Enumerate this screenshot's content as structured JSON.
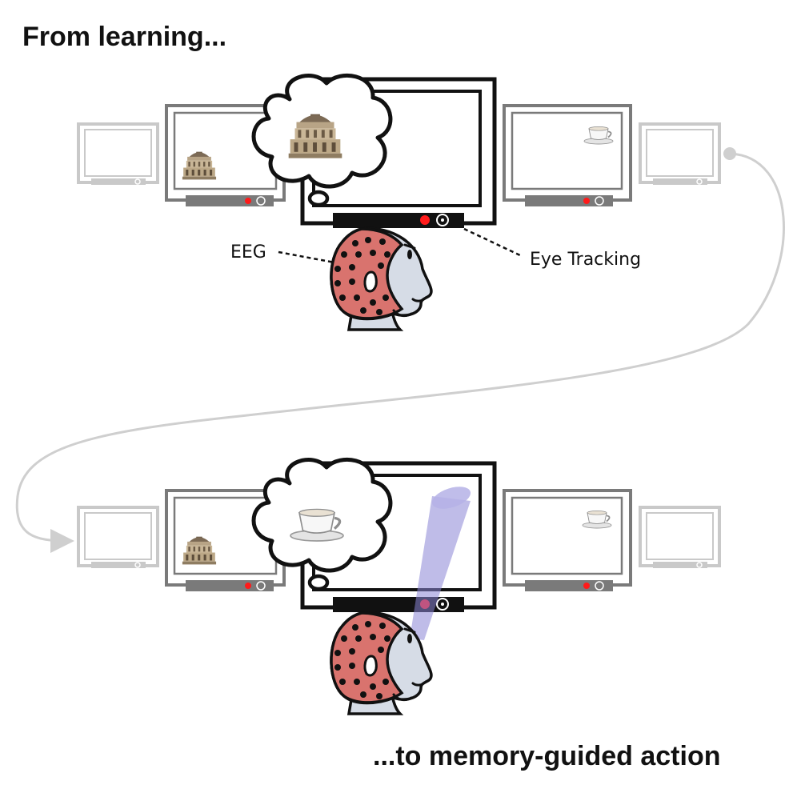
{
  "header": {
    "title": "From learning..."
  },
  "footer": {
    "title": "...to memory-guided action"
  },
  "labels": {
    "eeg": "EEG",
    "eye_tracking": "Eye Tracking"
  },
  "colors": {
    "monitor_dark": "#111111",
    "monitor_mid": "#7a7a7a",
    "monitor_light": "#c9c9c9",
    "cap": "#d9736e",
    "face": "#d6dce6",
    "tracker_led": "#ff1a1a",
    "gaze_beam": "#8b85d6",
    "flow_arrow": "#cfcfcf"
  },
  "icons": {
    "building": "radcliffe-camera-icon",
    "cup": "teacup-icon",
    "thought": "thought-bubble-icon",
    "participant": "participant-with-eeg-cap-icon"
  }
}
